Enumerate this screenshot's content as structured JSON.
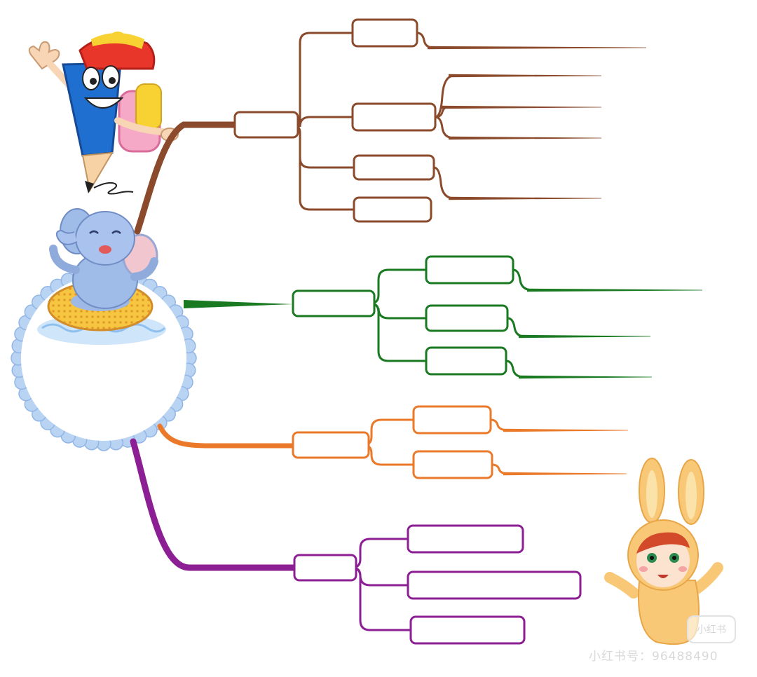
{
  "colors": {
    "brown": "#8a4a2b",
    "green": "#1a7a22",
    "orange": "#ea7a2a",
    "purple": "#8c1f94",
    "bubble_border": "#a8c8f0"
  },
  "branches": [
    {
      "name": "brown",
      "main_box": {
        "label": ""
      },
      "sub_boxes": [
        {
          "label": ""
        },
        {
          "label": ""
        },
        {
          "label": ""
        },
        {
          "label": ""
        }
      ]
    },
    {
      "name": "green",
      "main_box": {
        "label": ""
      },
      "sub_boxes": [
        {
          "label": ""
        },
        {
          "label": ""
        },
        {
          "label": ""
        }
      ]
    },
    {
      "name": "orange",
      "main_box": {
        "label": ""
      },
      "sub_boxes": [
        {
          "label": ""
        },
        {
          "label": ""
        }
      ]
    },
    {
      "name": "purple",
      "main_box": {
        "label": ""
      },
      "sub_boxes": [
        {
          "label": ""
        },
        {
          "label": ""
        },
        {
          "label": ""
        }
      ]
    }
  ],
  "center_node": {
    "label": ""
  },
  "icons": [
    "pencil-mascot-icon",
    "elephant-icon",
    "bunny-icon"
  ],
  "watermark": {
    "logo_text": "小红书",
    "account_text": "小红书号：96488490"
  }
}
